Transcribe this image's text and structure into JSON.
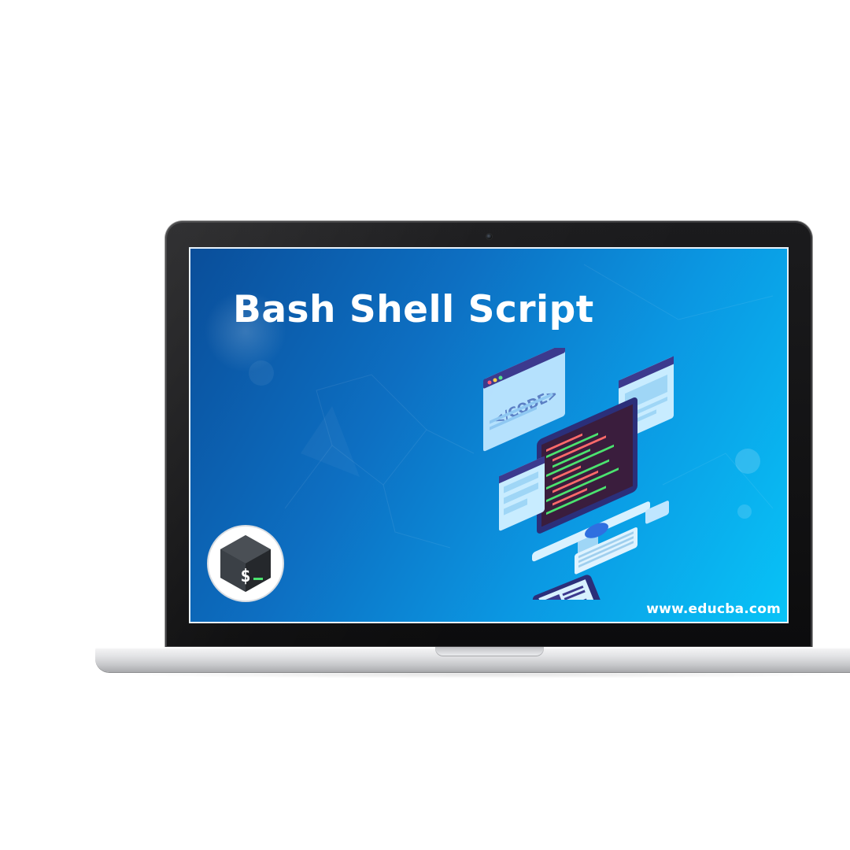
{
  "slide": {
    "title": "Bash Shell Script",
    "website": "www.educba.com",
    "code_tag_label": "</CODE>",
    "logo_glyph": "$",
    "illustration_icon": "code-devices-illustration",
    "logo_icon": "bash-logo-icon"
  },
  "colors": {
    "screen_gradient_start": "#0a4e9a",
    "screen_gradient_end": "#08c3f7",
    "title_text": "#ffffff",
    "laptop_bezel": "#111111",
    "laptop_base": "#d6d7da"
  }
}
